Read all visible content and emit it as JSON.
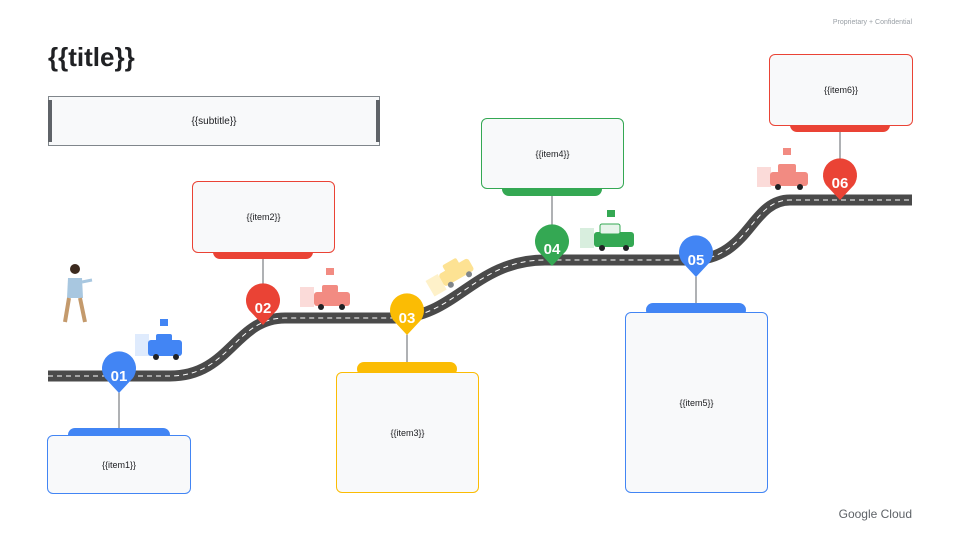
{
  "header": {
    "confidential": "Proprietary + Confidential",
    "title": "{{title}}",
    "subtitle": "{{subtitle}}"
  },
  "colors": {
    "blue": "#4285f4",
    "red": "#ea4335",
    "yellow": "#fbbc04",
    "green": "#34a853",
    "road": "#4a4a4a"
  },
  "milestones": [
    {
      "number": "01",
      "item": "{{item1}}",
      "color": "#4285f4"
    },
    {
      "number": "02",
      "item": "{{item2}}",
      "color": "#ea4335"
    },
    {
      "number": "03",
      "item": "{{item3}}",
      "color": "#fbbc04"
    },
    {
      "number": "04",
      "item": "{{item4}}",
      "color": "#34a853"
    },
    {
      "number": "05",
      "item": "{{item5}}",
      "color": "#4285f4"
    },
    {
      "number": "06",
      "item": "{{item6}}",
      "color": "#ea4335"
    }
  ],
  "footer": {
    "logo": "Google Cloud"
  }
}
